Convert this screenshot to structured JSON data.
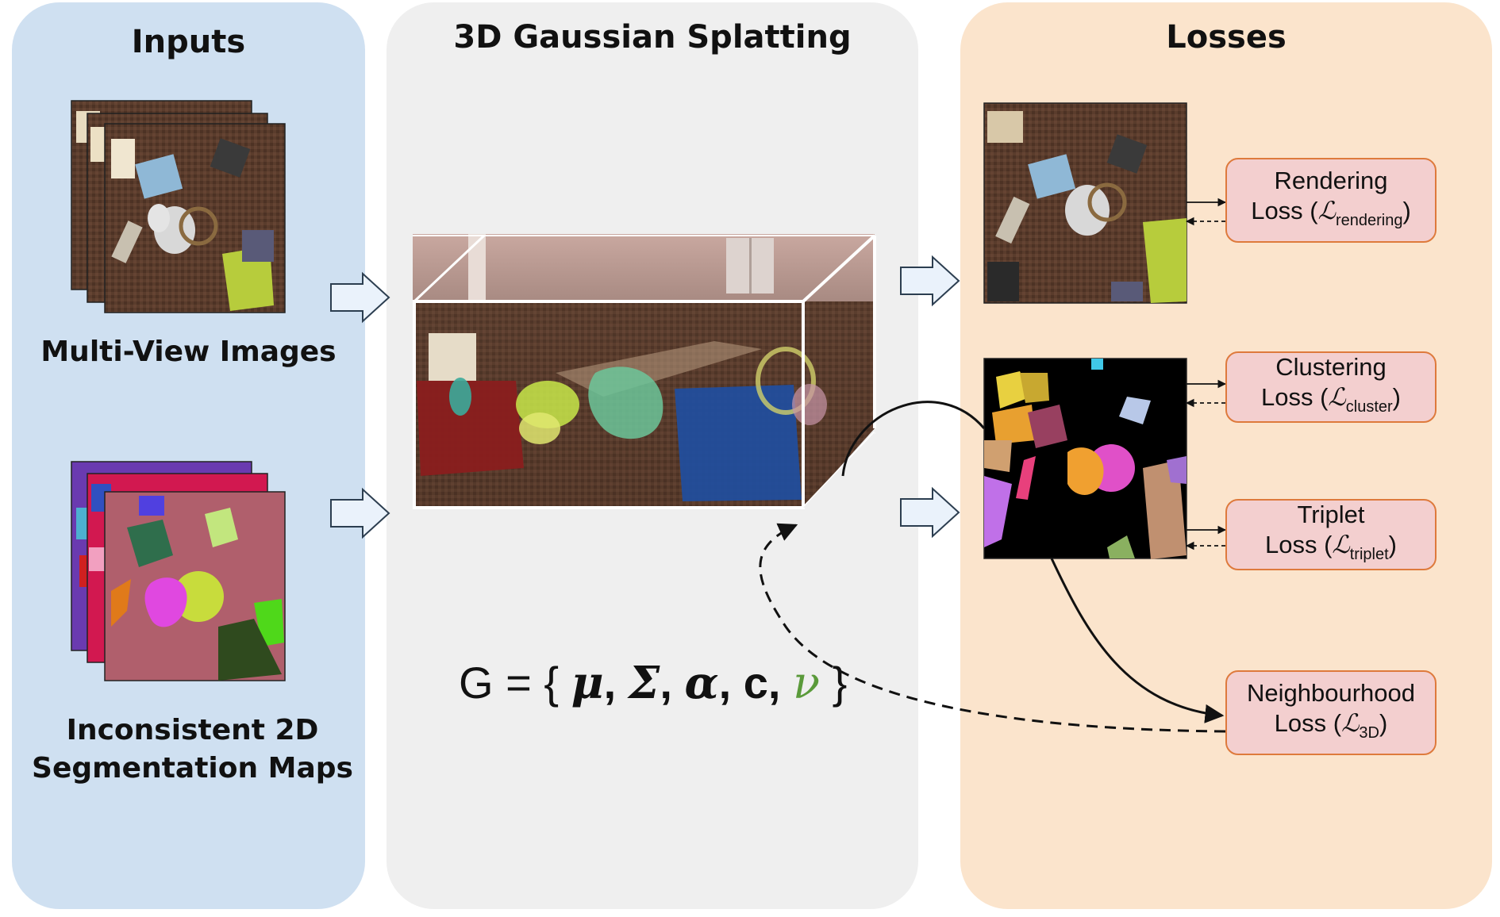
{
  "panels": {
    "inputs": {
      "title": "Inputs"
    },
    "gaussian_splatting": {
      "title": "3D Gaussian Splatting"
    },
    "losses": {
      "title": "Losses"
    }
  },
  "inputs": {
    "multi_view_label": "Multi-View Images",
    "segmentation_label_line1": "Inconsistent 2D",
    "segmentation_label_line2": "Segmentation Maps"
  },
  "formula": {
    "lhs": "G",
    "eq": "=",
    "open": "{",
    "mu": "μ",
    "sigma": "Σ",
    "alpha": "α",
    "c": "c",
    "nu": "ν",
    "close": "}",
    "nu_color": "#5a9a3a"
  },
  "losses": [
    {
      "line1": "Rendering",
      "line2_prefix": "Loss (",
      "symbol": "ℒ",
      "subscript": "rendering",
      "line2_suffix": ")"
    },
    {
      "line1": "Clustering",
      "line2_prefix": "Loss (",
      "symbol": "ℒ",
      "subscript": "cluster",
      "line2_suffix": ")"
    },
    {
      "line1": "Triplet",
      "line2_prefix": "Loss (",
      "symbol": "ℒ",
      "subscript": "triplet",
      "line2_suffix": ")"
    },
    {
      "line1": "Neighbourhood",
      "line2_prefix": "Loss (",
      "symbol": "ℒ",
      "subscript": "3D",
      "line2_suffix": ")"
    }
  ],
  "colors": {
    "inputs_panel": "#cfe0f1",
    "gs_panel": "#efefef",
    "losses_panel": "#fbe4cc",
    "loss_box_fill": "#f3cfcf",
    "loss_box_border": "#de7a3c",
    "arrow_fill": "#eaf2fb",
    "arrow_stroke": "#2c3e50"
  }
}
